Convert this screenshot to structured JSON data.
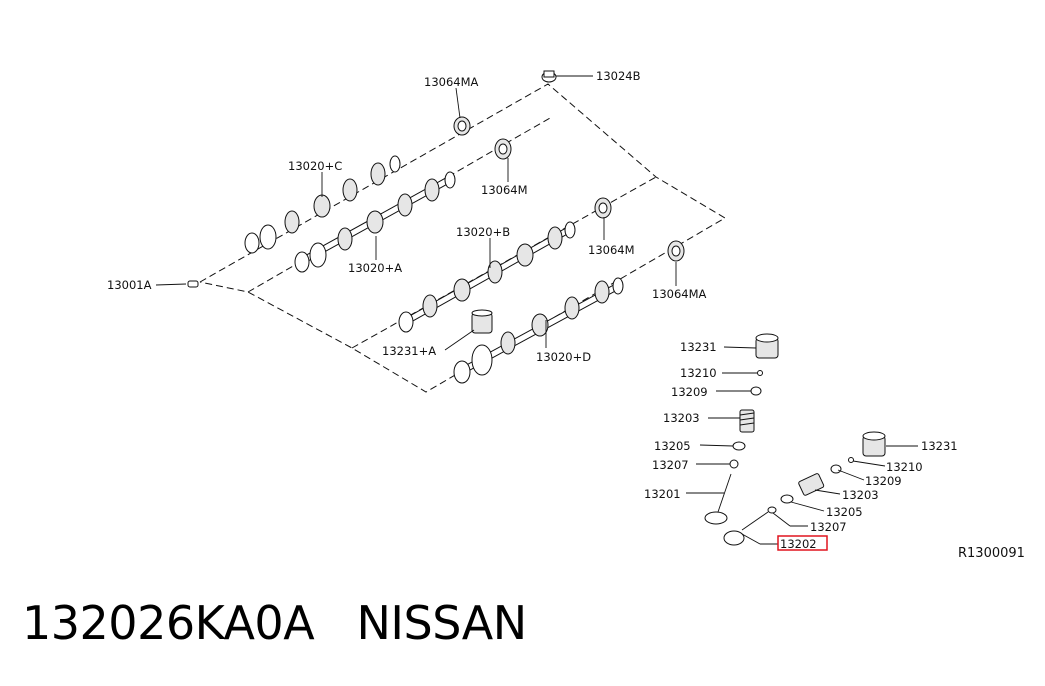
{
  "labels": {
    "p13064MA_top": "13064MA",
    "p13024B": "13024B",
    "p13020C": "13020+C",
    "p13064M_1": "13064M",
    "p13020A": "13020+A",
    "p13001A": "13001A",
    "p13020B": "13020+B",
    "p13064M_2": "13064M",
    "p13064MA_right": "13064MA",
    "p13231A": "13231+A",
    "p13020D": "13020+D",
    "p13231_l": "13231",
    "p13210_l": "13210",
    "p13209_l": "13209",
    "p13203_l": "13203",
    "p13205_l": "13205",
    "p13207_l": "13207",
    "p13201": "13201",
    "p13231_r": "13231",
    "p13210_r": "13210",
    "p13209_r": "13209",
    "p13203_r": "13203",
    "p13205_r": "13205",
    "p13207_r": "13207",
    "p13202": "13202",
    "ref": "R1300091"
  },
  "highlight": {
    "part": "13202",
    "color": "#e0141e"
  },
  "caption": "132026KA0A   NISSAN"
}
